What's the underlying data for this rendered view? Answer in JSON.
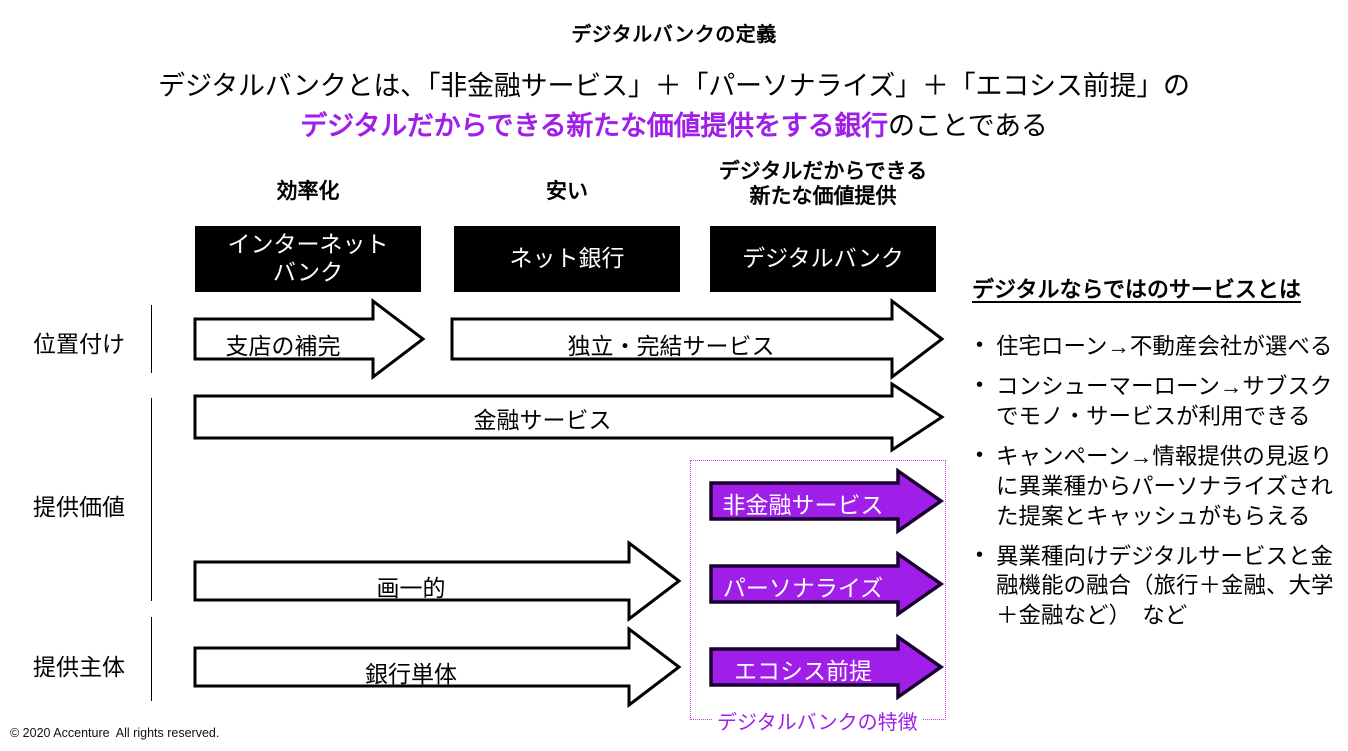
{
  "slide": {
    "title": "デジタルバンクの定義",
    "lead_line1": "デジタルバンクとは、「非金融サービス」＋「パーソナライズ」＋「エコシス前提」の",
    "lead_line2_prefix": "",
    "lead_line2_highlight": "デジタルだからできる新たな価値提供をする銀行",
    "lead_line2_suffix": "のことである",
    "footer": "© 2020 Accenture  All rights reserved.",
    "accent_color": "#9F1FE8",
    "box_color": "#000000"
  },
  "columns": [
    {
      "header": "効率化",
      "box_line1": "インターネット",
      "box_line2": "バンク"
    },
    {
      "header": "安い",
      "box_line1": "ネット銀行",
      "box_line2": ""
    },
    {
      "header_line1": "デジタルだからできる",
      "header_line2": "新たな価値提供",
      "box_line1": "デジタルバンク",
      "box_line2": ""
    }
  ],
  "rows": [
    {
      "label": "位置付け"
    },
    {
      "label": "提供価値"
    },
    {
      "label": "提供主体"
    }
  ],
  "arrows": {
    "branch_support": "支店の補完",
    "independent_service": "独立・完結サービス",
    "financial_service": "金融サービス",
    "uniform": "画一的",
    "bank_alone": "銀行単体",
    "non_financial": "非金融サービス",
    "personalize": "パーソナライズ",
    "ecosystem": "エコシス前提"
  },
  "feature_box": {
    "caption": "デジタルバンクの特徴",
    "border_color": "#C040E0"
  },
  "panel": {
    "title": "デジタルならではのサービスとは",
    "items": [
      "住宅ローン→不動産会社が選べる",
      "コンシューマーローン→サブスクでモノ・サービスが利用できる",
      "キャンペーン→情報提供の見返りに異業種からパーソナライズされた提案とキャッシュがもらえる",
      "異業種向けデジタルサービスと金融機能の融合（旅行＋金融、大学＋金融など）　など"
    ]
  }
}
